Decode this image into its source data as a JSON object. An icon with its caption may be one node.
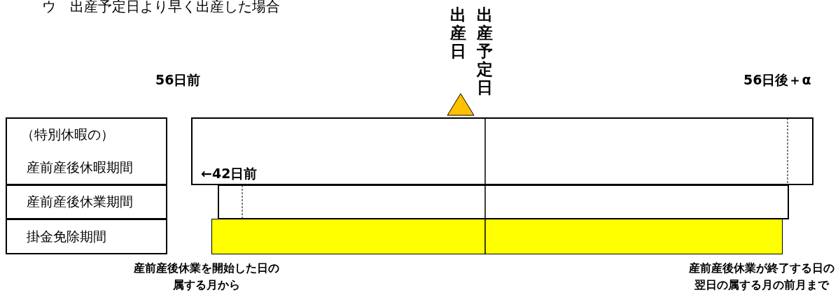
{
  "diagram": {
    "title": "ウ　出産予定日より早く出産した場合",
    "nodes": [
      {
        "text": [
          "（特別休暇の）",
          "産前産後休暇期間"
        ]
      },
      {
        "text": [
          "産前産後休業期間"
        ]
      },
      {
        "text": [
          "掛金免除期間"
        ]
      },
      {
        "text": [],
        "shape": "box"
      },
      {
        "text": [],
        "shape": "box"
      },
      {
        "text": [],
        "shape": "bar"
      },
      {
        "text": [],
        "shape": "triangle"
      }
    ],
    "labels": [
      "出産日",
      "出産予定日",
      "56日前",
      "56日後＋α",
      "←42日前",
      "産前産後休業を開始した日の属する月から",
      "産前産後休業が終了する日の翌日の属する月の前月まで"
    ]
  }
}
